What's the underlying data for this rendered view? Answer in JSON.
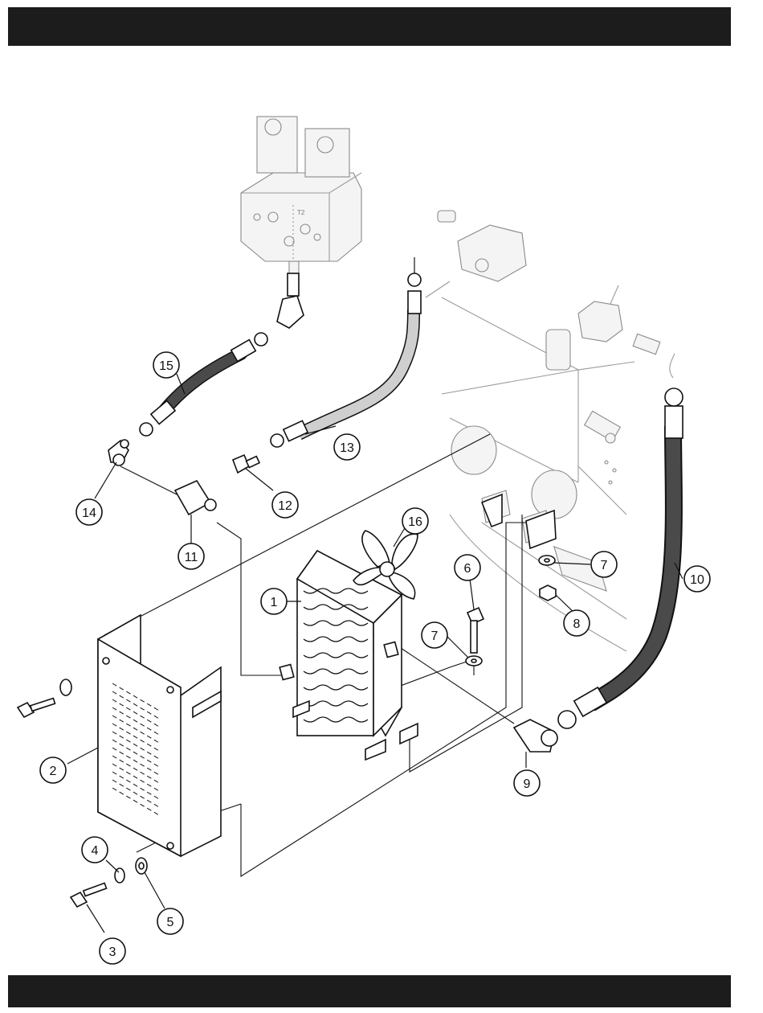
{
  "header": {
    "title": ""
  },
  "footer": {
    "text": ""
  },
  "diagram": {
    "callouts": [
      "1",
      "2",
      "3",
      "4",
      "5",
      "6",
      "7",
      "7",
      "8",
      "9",
      "10",
      "11",
      "12",
      "13",
      "14",
      "15",
      "16"
    ],
    "valve_port_label": "T2"
  },
  "colors": {
    "bar": "#1c1c1c",
    "line": "#111111",
    "ghost": "#8a8a8a",
    "hose_dark": "#4a4a4a",
    "hose_light": "#cfcfcf"
  }
}
